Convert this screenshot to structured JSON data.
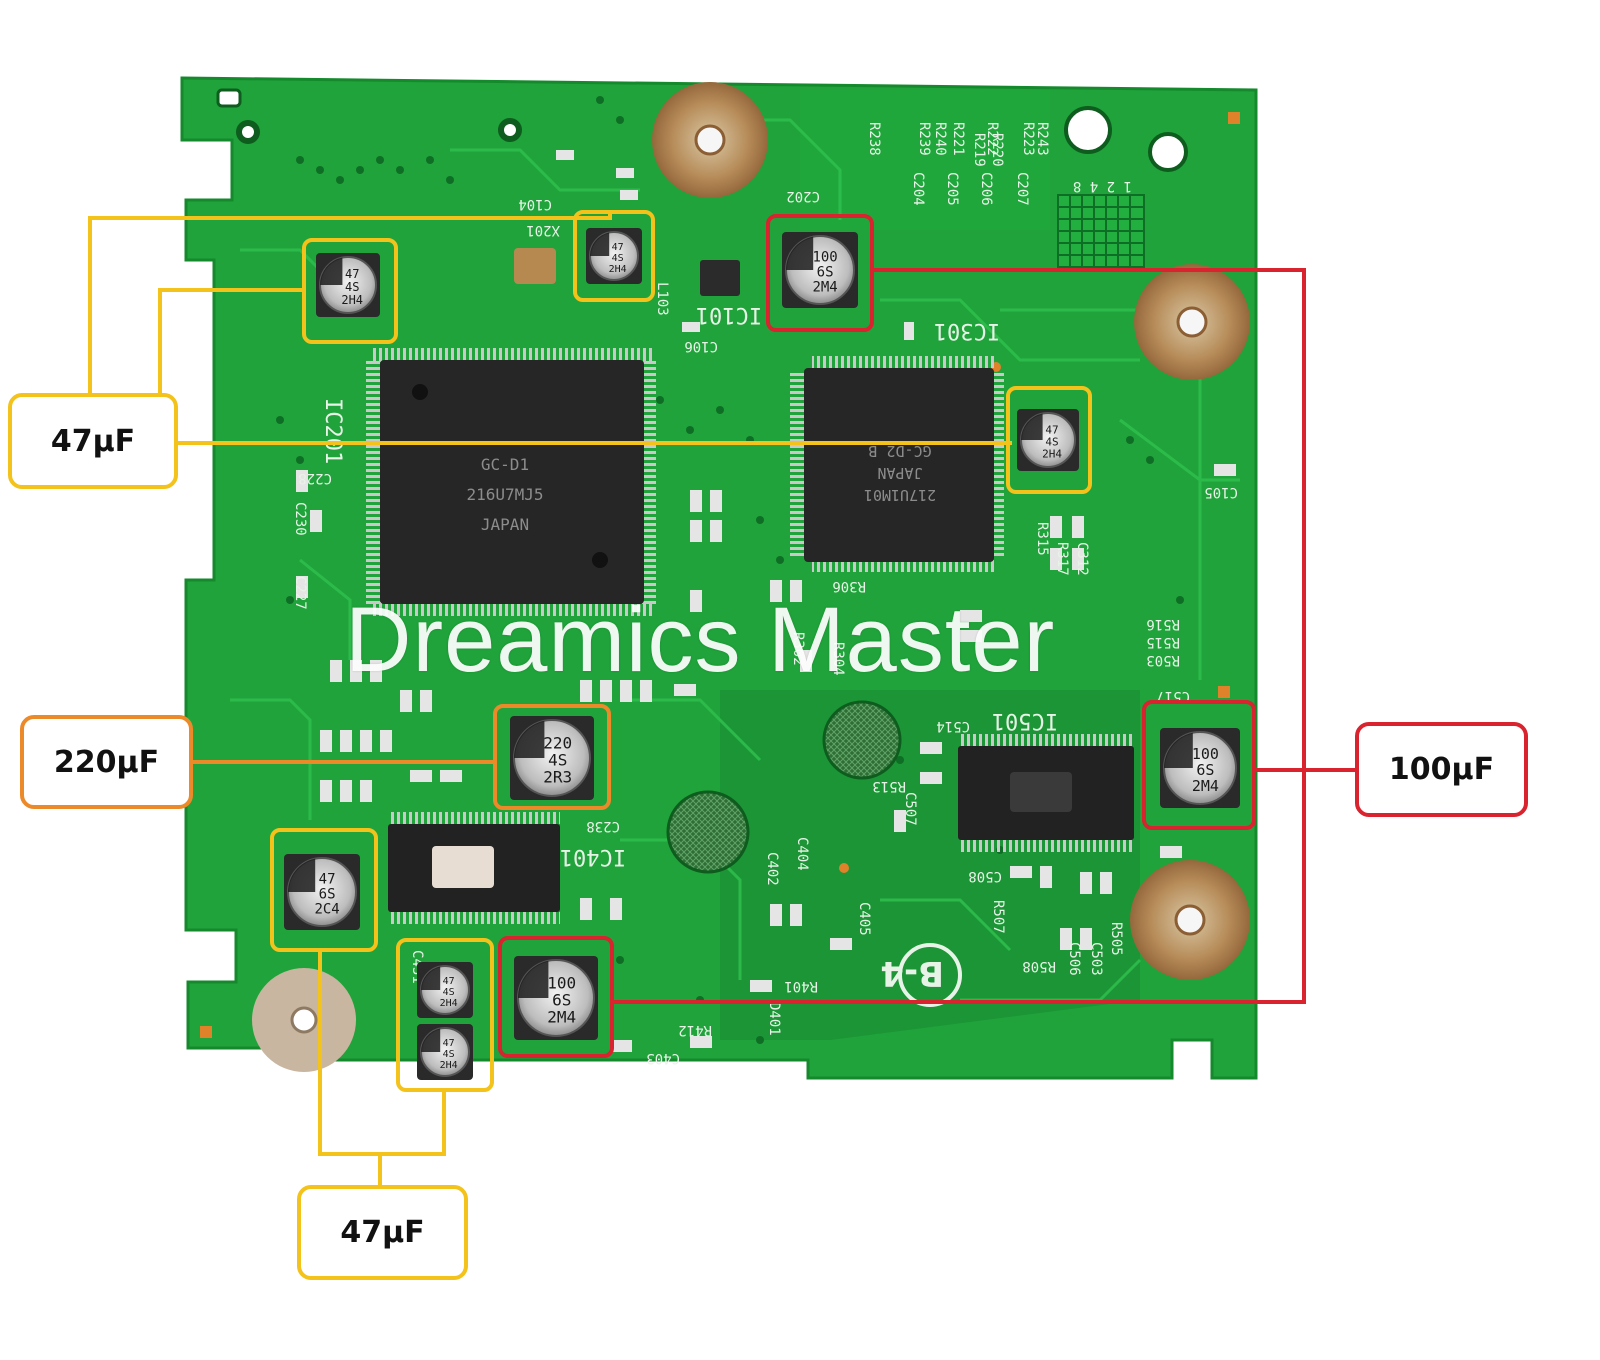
{
  "watermark": "Dreamics Master",
  "colors": {
    "board": "#1fa33a",
    "yellow_callout": "#f3c21b",
    "orange_callout": "#ec8a2a",
    "red_callout": "#d9232e"
  },
  "callouts": {
    "top_left_47": "47µF",
    "left_220": "220µF",
    "right_100": "100µF",
    "bottom_47": "47µF"
  },
  "chips": {
    "ic1": [
      "GC-D1",
      "216U7MJ5",
      "JAPAN"
    ],
    "ic2": [
      "217U1M01",
      "JAPAN",
      "GC-D2 B"
    ],
    "ic_labels": [
      "IC201",
      "IC301",
      "IC501",
      "IC401",
      "IC101"
    ]
  },
  "capacitors": [
    {
      "id": "c1",
      "lines": [
        "47",
        "4S",
        "2H4"
      ]
    },
    {
      "id": "c2",
      "lines": [
        "47",
        "4S",
        "2H4"
      ]
    },
    {
      "id": "c3",
      "lines": [
        "100",
        "6S",
        "2M4"
      ]
    },
    {
      "id": "c4",
      "lines": [
        "47",
        "4S",
        "2H4"
      ]
    },
    {
      "id": "c5",
      "lines": [
        "220",
        "4S",
        "2R3"
      ]
    },
    {
      "id": "c6",
      "lines": [
        "100",
        "6S",
        "2M4"
      ]
    },
    {
      "id": "c7",
      "lines": [
        "47",
        "6S",
        "2C4"
      ]
    },
    {
      "id": "c8",
      "lines": [
        "47",
        "4S",
        "2H4"
      ]
    },
    {
      "id": "c9",
      "lines": [
        "47",
        "4S",
        "2H4"
      ]
    },
    {
      "id": "c10",
      "lines": [
        "100",
        "6S",
        "2M4"
      ]
    }
  ],
  "silkscreen": [
    "C105",
    "C238",
    "C402",
    "C404",
    "C405",
    "R401",
    "C431",
    "C403",
    "R412",
    "D401",
    "C312",
    "R317",
    "R315",
    "C514",
    "R513",
    "C507",
    "C508",
    "R507",
    "R508",
    "C506",
    "C503",
    "R505",
    "R302",
    "R304",
    "R306",
    "C230",
    "C227",
    "C228",
    "C106",
    "C202",
    "C104",
    "X201",
    "R219",
    "R220",
    "R221",
    "R222",
    "R223",
    "R238",
    "R239",
    "R240",
    "R243",
    "C204",
    "C205",
    "C206",
    "C207",
    "R516",
    "R515",
    "R503",
    "C517",
    "1 2 4 8",
    "B-4",
    "L103"
  ]
}
